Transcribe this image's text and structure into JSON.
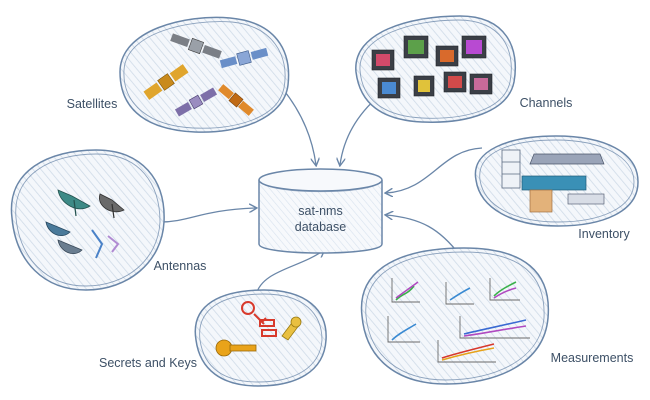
{
  "diagram": {
    "center": {
      "line1": "sat-nms",
      "line2": "database"
    },
    "nodes": {
      "satellites": "Satellites",
      "channels": "Channels",
      "inventory": "Inventory",
      "antennas": "Antennas",
      "secrets": "Secrets and Keys",
      "measurements": "Measurements"
    }
  },
  "colors": {
    "outline": "#6a86a8",
    "hatch": "#cfdbe8",
    "text": "#3d5066"
  }
}
